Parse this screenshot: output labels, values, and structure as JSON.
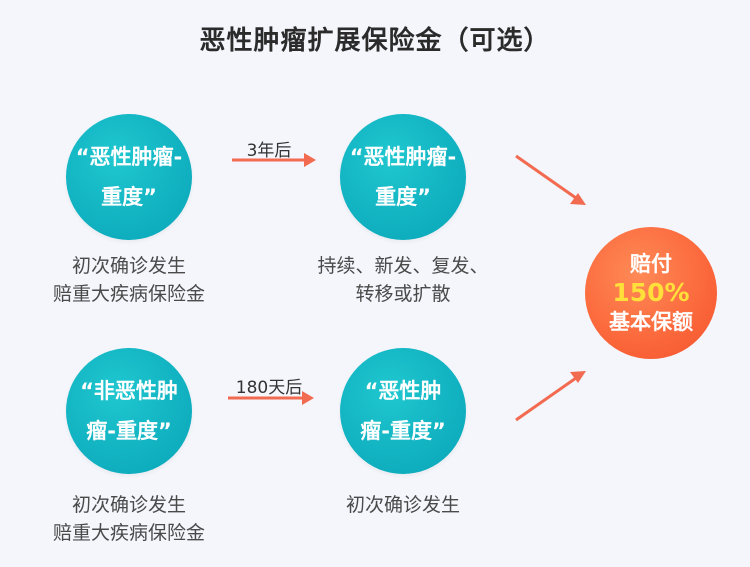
{
  "title": "恶性肿瘤扩展保险金（可选）",
  "row1": {
    "left_circle": [
      "“恶性肿瘤-",
      "重度”"
    ],
    "left_caption": [
      "初次确诊发生",
      "赔重大疾病保险金"
    ],
    "arrow_label": "3年后",
    "right_circle": [
      "“恶性肿瘤-",
      "重度”"
    ],
    "right_caption": [
      "持续、新发、复发、",
      "转移或扩散"
    ]
  },
  "row2": {
    "left_circle": [
      "“非恶性肿",
      "瘤-重度”"
    ],
    "left_caption": [
      "初次确诊发生",
      "赔重大疾病保险金"
    ],
    "arrow_label": "180天后",
    "right_circle": [
      "“恶性肿",
      "瘤-重度”"
    ],
    "right_caption": [
      "初次确诊发生"
    ]
  },
  "result": {
    "line1": "赔付",
    "line2": "150%",
    "line3": "基本保额"
  },
  "colors": {
    "teal": "#12b3c2",
    "orange": "#f7603a",
    "highlight": "#ffe03a",
    "arrow": "#f26a4f"
  }
}
